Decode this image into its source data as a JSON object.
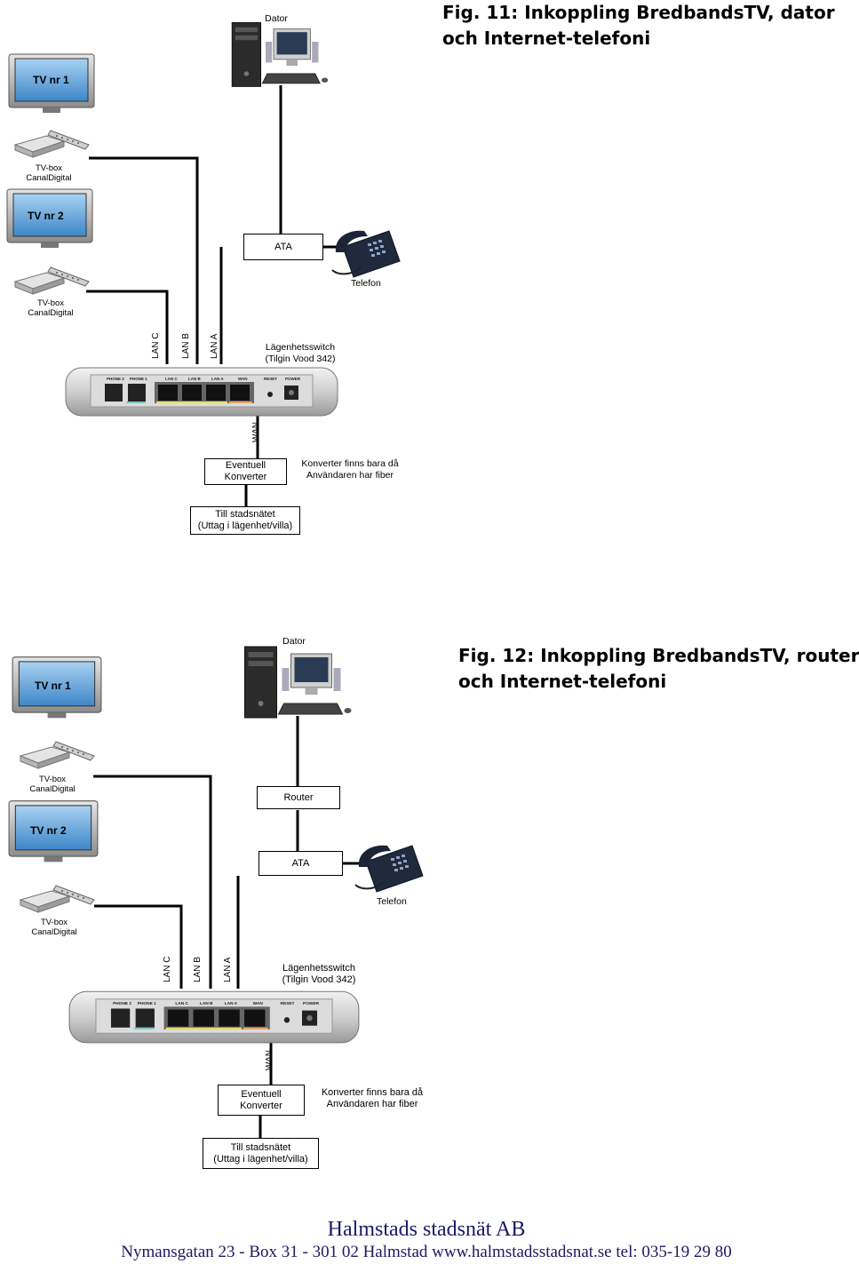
{
  "fig11": {
    "title_line1": "Fig. 11: Inkoppling BredbandsTV, dator",
    "title_line2": "och Internet-telefoni",
    "dator": "Dator",
    "tv1": "TV nr 1",
    "tvbox1_line1": "TV-box",
    "tvbox1_line2": "CanalDigital",
    "tv2": "TV nr 2",
    "tvbox2_line1": "TV-box",
    "tvbox2_line2": "CanalDigital",
    "ata": "ATA",
    "telefon": "Telefon",
    "lan_c": "LAN C",
    "lan_b": "LAN B",
    "lan_a": "LAN A",
    "switch_line1": "Lägenhetsswitch",
    "switch_line2": "(Tilgin Vood 342)",
    "wan": "WAN",
    "converter_line1": "Eventuell",
    "converter_line2": "Konverter",
    "converter_note_line1": "Konverter finns bara då",
    "converter_note_line2": "Användaren har fiber",
    "city_line1": "Till stadsnätet",
    "city_line2": "(Uttag i lägenhet/villa)"
  },
  "fig12": {
    "title_line1": "Fig. 12: Inkoppling BredbandsTV, router",
    "title_line2": "och Internet-telefoni",
    "dator": "Dator",
    "tv1": "TV nr 1",
    "tvbox1_line1": "TV-box",
    "tvbox1_line2": "CanalDigital",
    "router": "Router",
    "tv2": "TV nr 2",
    "tvbox2_line1": "TV-box",
    "tvbox2_line2": "CanalDigital",
    "ata": "ATA",
    "telefon": "Telefon",
    "lan_c": "LAN C",
    "lan_b": "LAN B",
    "lan_a": "LAN A",
    "switch_line1": "Lägenhetsswitch",
    "switch_line2": "(Tilgin Vood 342)",
    "wan": "WAN",
    "converter_line1": "Eventuell",
    "converter_line2": "Konverter",
    "converter_note_line1": "Konverter finns bara då",
    "converter_note_line2": "Användaren har fiber",
    "city_line1": "Till stadsnätet",
    "city_line2": "(Uttag i lägenhet/villa)"
  },
  "switch_ports": {
    "phone2": "PHONE 2",
    "phone1": "PHONE 1",
    "lanc": "LAN C",
    "lanb": "LAN B",
    "lana": "LAN A",
    "wan": "WAN",
    "reset": "RESET",
    "power": "POWER"
  },
  "footer": {
    "company": "Halmstads stadsnät AB",
    "address": "Nymansgatan 23 - Box 31 - 301 02 Halmstad www.halmstadsstadsnat.se tel: 035-19 29 80"
  },
  "colors": {
    "tv_screen": "#6fa8d6",
    "cable": "#000000",
    "footer_text": "#1a1a66"
  },
  "icons": [
    "tv-icon",
    "tvbox-icon",
    "computer-icon",
    "telephone-icon",
    "switch-device-icon"
  ]
}
